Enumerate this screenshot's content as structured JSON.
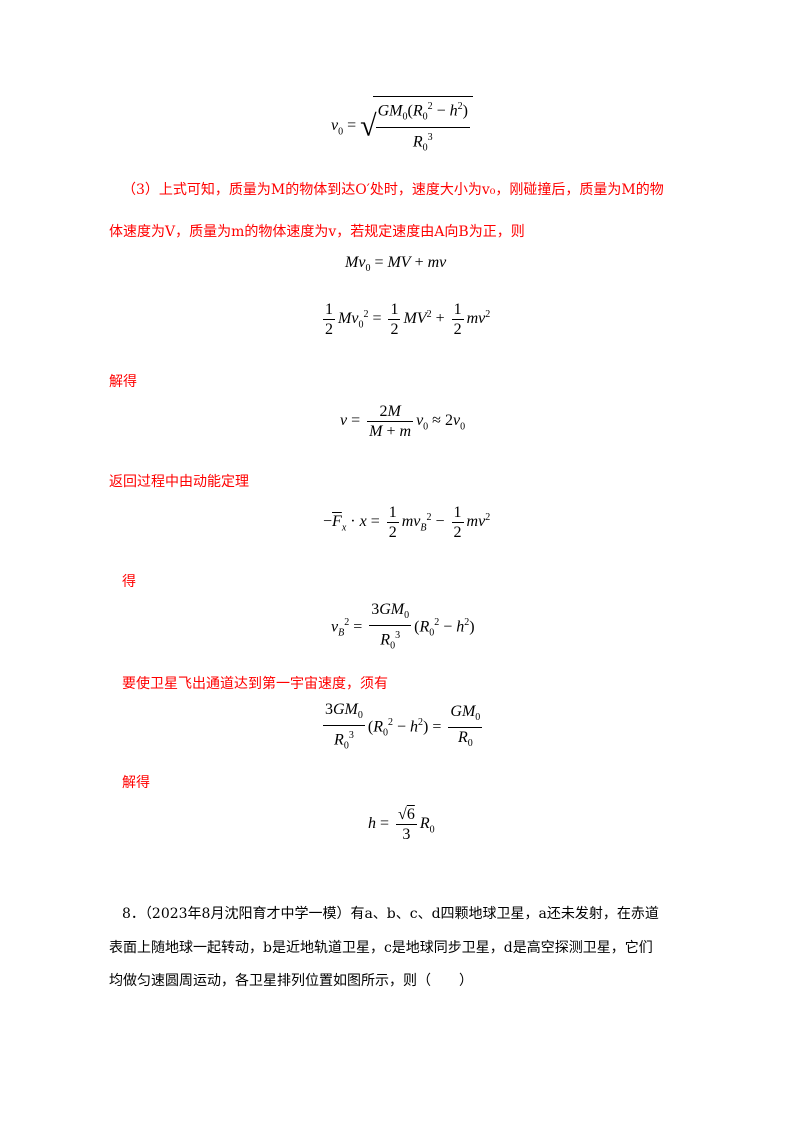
{
  "solution": {
    "part3_line1": "（3）上式可知，质量为M的物体到达O′处时，速度大小为v₀，刚碰撞后，质量为M的物",
    "part3_line2": "体速度为V，质量为m的物体速度为v，若规定速度由A向B为正，则",
    "solve1": "解得",
    "return_text": "返回过程中由动能定理",
    "get": "得",
    "condition": "要使卫星飞出通道达到第一宇宙速度，须有",
    "solve2": "解得"
  },
  "equations": {
    "eq_v0": "v₀ = √(GM₀(R₀² − h²)/R₀³)",
    "eq_momentum": "Mv₀ = MV + mv",
    "eq_energy": "½Mv₀² = ½MV² + ½mv²",
    "eq_v": "v = 2M/(M+m)·v₀ ≈ 2v₀",
    "eq_work": "−F̄ₓ·x = ½mv_B² − ½mv²",
    "eq_vb": "v_B² = 3GM₀/R₀³·(R₀² − h²)",
    "eq_condition": "3GM₀/R₀³·(R₀² − h²) = GM₀/R₀",
    "eq_h": "h = √6/3·R₀"
  },
  "problem8": {
    "line1": "8．（2023年8月沈阳育才中学一模）有a、b、c、d四颗地球卫星，a还未发射，在赤道",
    "line2": "表面上随地球一起转动，b是近地轨道卫星，c是地球同步卫星，d是高空探测卫星，它们",
    "line3": "均做匀速圆周运动，各卫星排列位置如图所示，则（　　）"
  }
}
